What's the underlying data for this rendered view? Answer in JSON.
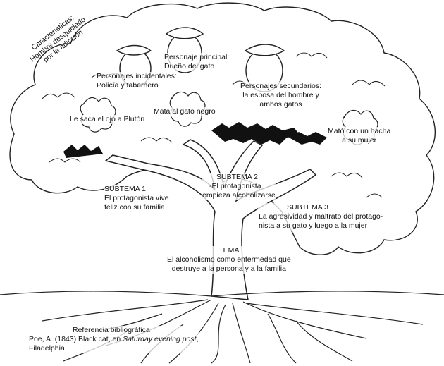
{
  "caracteristicas": {
    "line1": "Características:",
    "line2": "Hombre desquiciado",
    "line3": "por la adicción"
  },
  "personaje_principal": {
    "line1": "Personaje principal:",
    "line2": "Dueño del gato"
  },
  "personajes_incidentales": {
    "line1": "Personajes incidentales:",
    "line2": "Policía y tabernero"
  },
  "personajes_secundarios": {
    "line1": "Personajes secundarios:",
    "line2": "la esposa del hombre y",
    "line3": "ambos gatos"
  },
  "evento_pluton": "Le saca el ojo a Plutón",
  "evento_gato_negro": "Mata al gato negro",
  "evento_hacha": {
    "line1": "Mató con un hacha",
    "line2": "a su mujer"
  },
  "subtema1": {
    "title": "SUBTEMA 1",
    "line1": "El protagonista vive",
    "line2": "feliz con su familia"
  },
  "subtema2": {
    "title": "SUBTEMA 2",
    "line1": "-El protagonista",
    "line2": "empieza alcoholizarse"
  },
  "subtema3": {
    "title": "SUBTEMA 3",
    "line1": "La agresividad y maltrato del protago-",
    "line2": "nista a su gato y luego a la mujer"
  },
  "tema": {
    "title": "TEMA",
    "line1": "El alcoholismo como enfermedad que",
    "line2": "destruye a la persona y a la familia"
  },
  "referencia": {
    "title": "Referencia bibliográfica",
    "part1": "Poe, A. (1843) Black cat, en ",
    "italic": "Saturday evening post",
    "part2": ",",
    "line2": "Filadelphia"
  }
}
